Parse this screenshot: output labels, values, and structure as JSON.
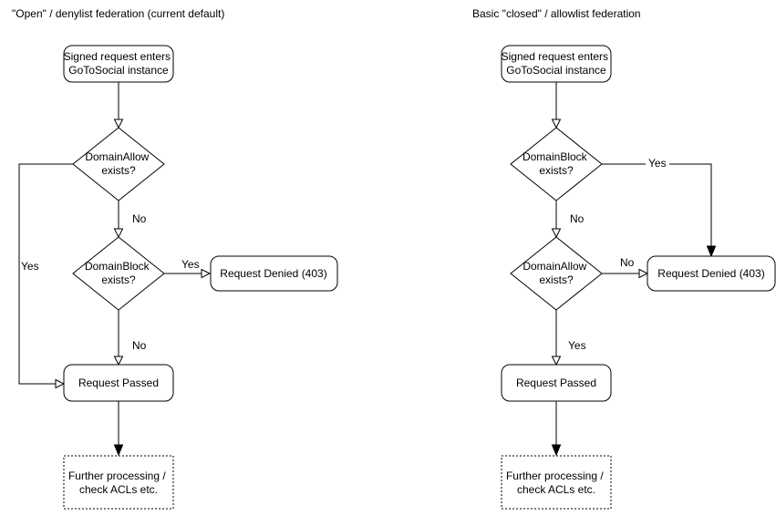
{
  "colors": {
    "background": "#ffffff",
    "stroke": "#000000",
    "text": "#000000"
  },
  "left_chart": {
    "title": "\"Open\" / denylist federation (current default)",
    "nodes": {
      "start": {
        "line1": "Signed request enters",
        "line2": "GoToSocial instance"
      },
      "domain_allow": {
        "line1": "DomainAllow",
        "line2": "exists?"
      },
      "domain_block": {
        "line1": "DomainBlock",
        "line2": "exists?"
      },
      "request_denied": {
        "label": "Request Denied (403)"
      },
      "request_passed": {
        "label": "Request Passed"
      },
      "further_processing": {
        "line1": "Further processing /",
        "line2": "check ACLs etc."
      }
    },
    "edge_labels": {
      "allow_yes": "Yes",
      "allow_no": "No",
      "block_yes": "Yes",
      "block_no": "No"
    }
  },
  "right_chart": {
    "title": "Basic \"closed\" / allowlist federation",
    "nodes": {
      "start": {
        "line1": "Signed request enters",
        "line2": "GoToSocial instance"
      },
      "domain_block": {
        "line1": "DomainBlock",
        "line2": "exists?"
      },
      "domain_allow": {
        "line1": "DomainAllow",
        "line2": "exists?"
      },
      "request_denied": {
        "label": "Request Denied (403)"
      },
      "request_passed": {
        "label": "Request Passed"
      },
      "further_processing": {
        "line1": "Further processing /",
        "line2": "check ACLs etc."
      }
    },
    "edge_labels": {
      "block_yes": "Yes",
      "block_no": "No",
      "allow_no": "No",
      "allow_yes": "Yes"
    }
  }
}
